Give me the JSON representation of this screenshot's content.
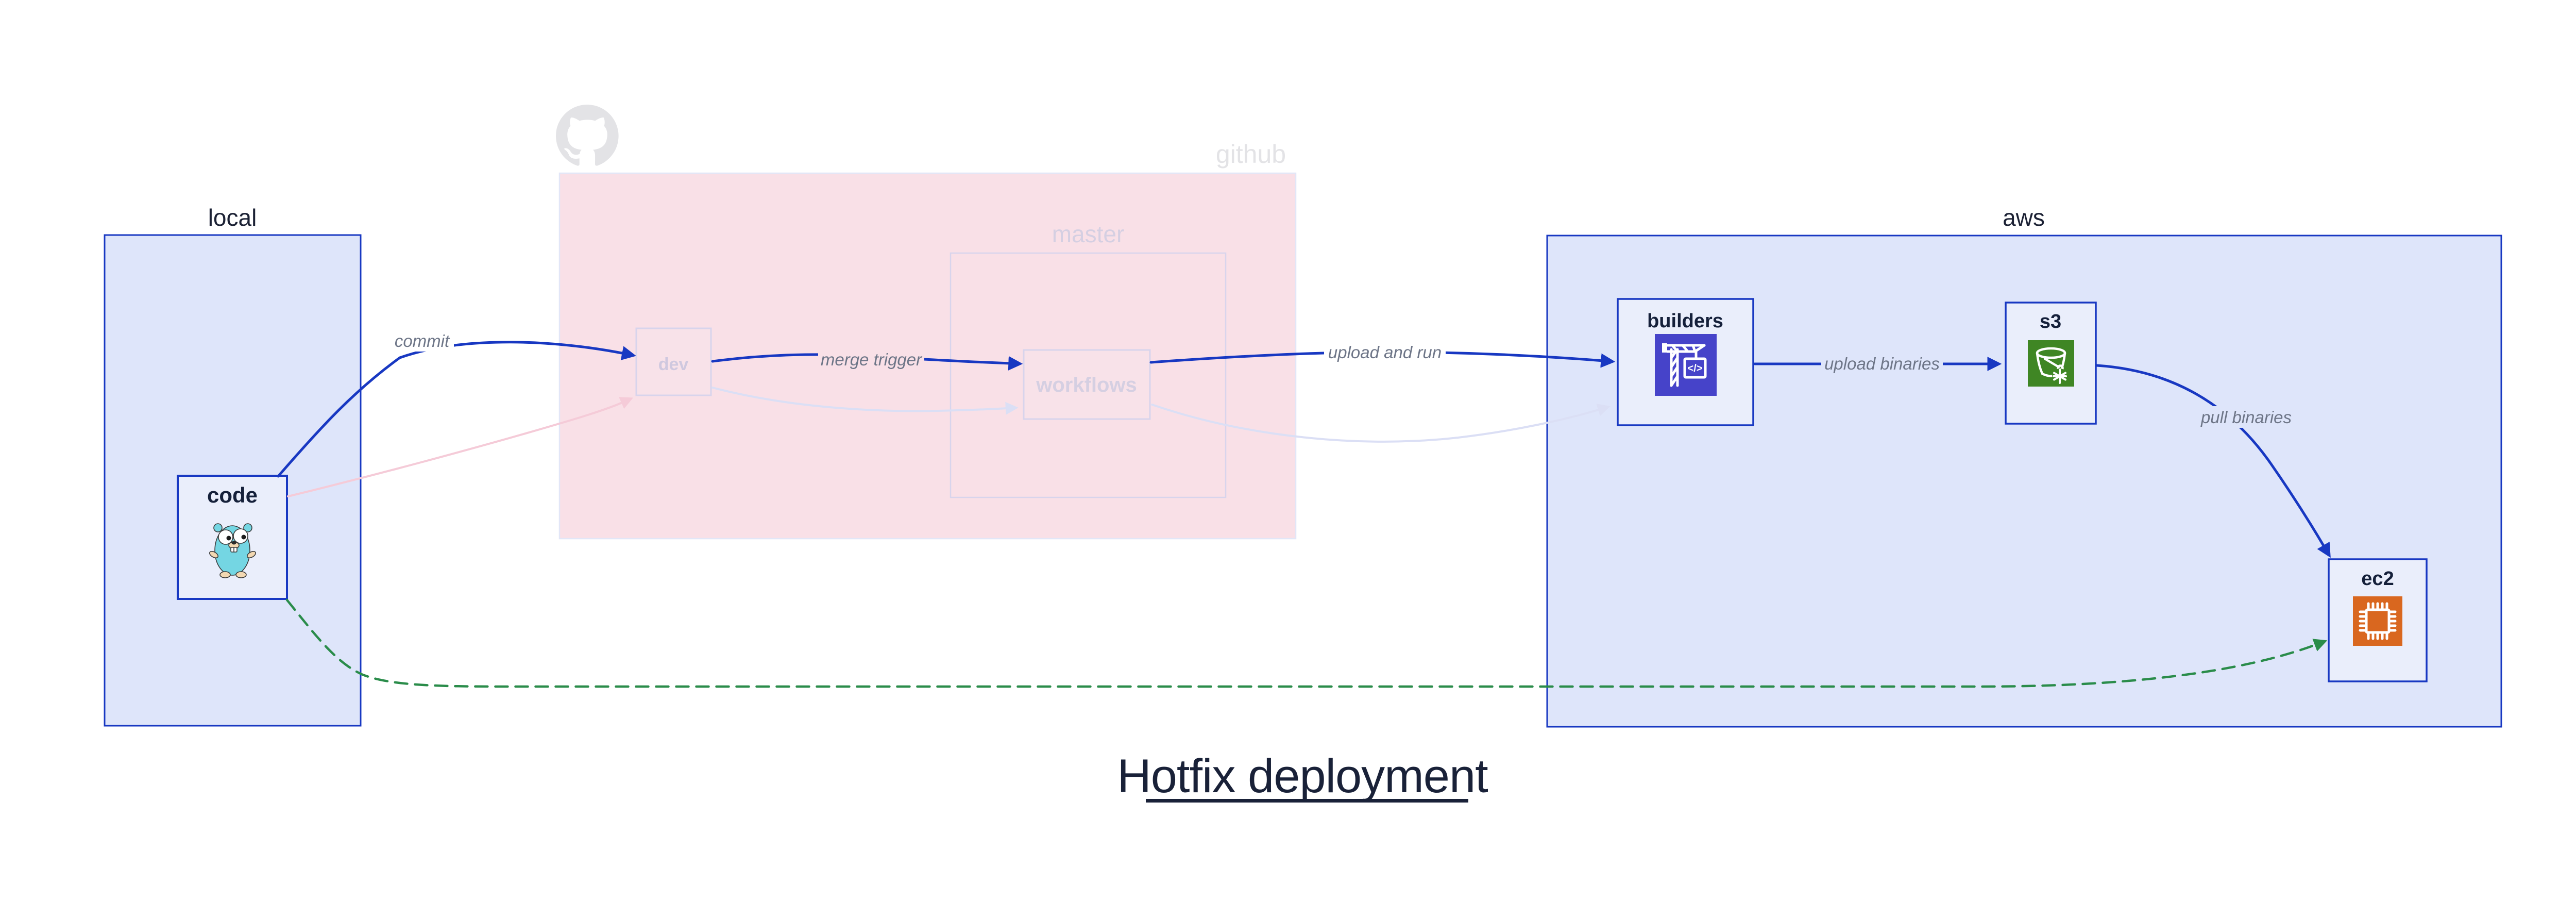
{
  "title": {
    "text": "Hotfix deployment"
  },
  "groups": {
    "local": {
      "label": "local"
    },
    "github": {
      "label": "github",
      "master_label": "master",
      "icon": "github-octocat-icon"
    },
    "aws": {
      "label": "aws"
    }
  },
  "nodes": {
    "code": {
      "label": "code",
      "icon": "go-gopher-icon"
    },
    "dev": {
      "label": "dev"
    },
    "workflows": {
      "label": "workflows"
    },
    "builders": {
      "label": "builders",
      "icon": "codebuild-crane-icon",
      "icon_text": "</>"
    },
    "s3": {
      "label": "s3",
      "icon": "s3-bucket-icon"
    },
    "ec2": {
      "label": "ec2",
      "icon": "ec2-chip-icon"
    }
  },
  "edges": {
    "commit": {
      "label": "commit",
      "style": "solid-blue",
      "from": "code",
      "to": "dev"
    },
    "merge_trigger": {
      "label": "merge trigger",
      "style": "solid-blue",
      "from": "dev",
      "to": "workflows"
    },
    "upload_and_run": {
      "label": "upload and run",
      "style": "solid-blue",
      "from": "workflows",
      "to": "builders"
    },
    "upload_binaries": {
      "label": "upload binaries",
      "style": "solid-blue",
      "from": "builders",
      "to": "s3"
    },
    "pull_binaries": {
      "label": "pull binaries",
      "style": "solid-blue",
      "from": "s3",
      "to": "ec2"
    },
    "code_to_dev_faded": {
      "label": "",
      "style": "faded-pink",
      "from": "code",
      "to": "dev"
    },
    "dev_to_workflows_faded": {
      "label": "",
      "style": "faded-lavender",
      "from": "dev",
      "to": "workflows"
    },
    "workflows_to_builders_faded": {
      "label": "",
      "style": "faded-lavender",
      "from": "workflows",
      "to": "builders"
    },
    "code_to_ec2_hotfix": {
      "label": "",
      "style": "dashed-green",
      "from": "code",
      "to": "ec2"
    }
  },
  "colors": {
    "accent_blue": "#1838c2",
    "group_fill": "#dee5fa",
    "node_fill": "#eaeefb",
    "github_pink": "#f9e0e7",
    "faded_pink_edge": "#f5cbd8",
    "faded_lavender_edge": "#dbdff5",
    "faded_border": "#d8d4ec",
    "faded_text": "#d5cfe2",
    "edge_label_gray": "#6d7587",
    "hotfix_green": "#2a8c4a",
    "codebuild_indigo": "#4643c9",
    "s3_green": "#3f8624",
    "ec2_orange": "#d9671f",
    "octocat_gray": "#e3e3e6",
    "title_navy": "#192138",
    "gopher_teal": "#74d6e3"
  }
}
